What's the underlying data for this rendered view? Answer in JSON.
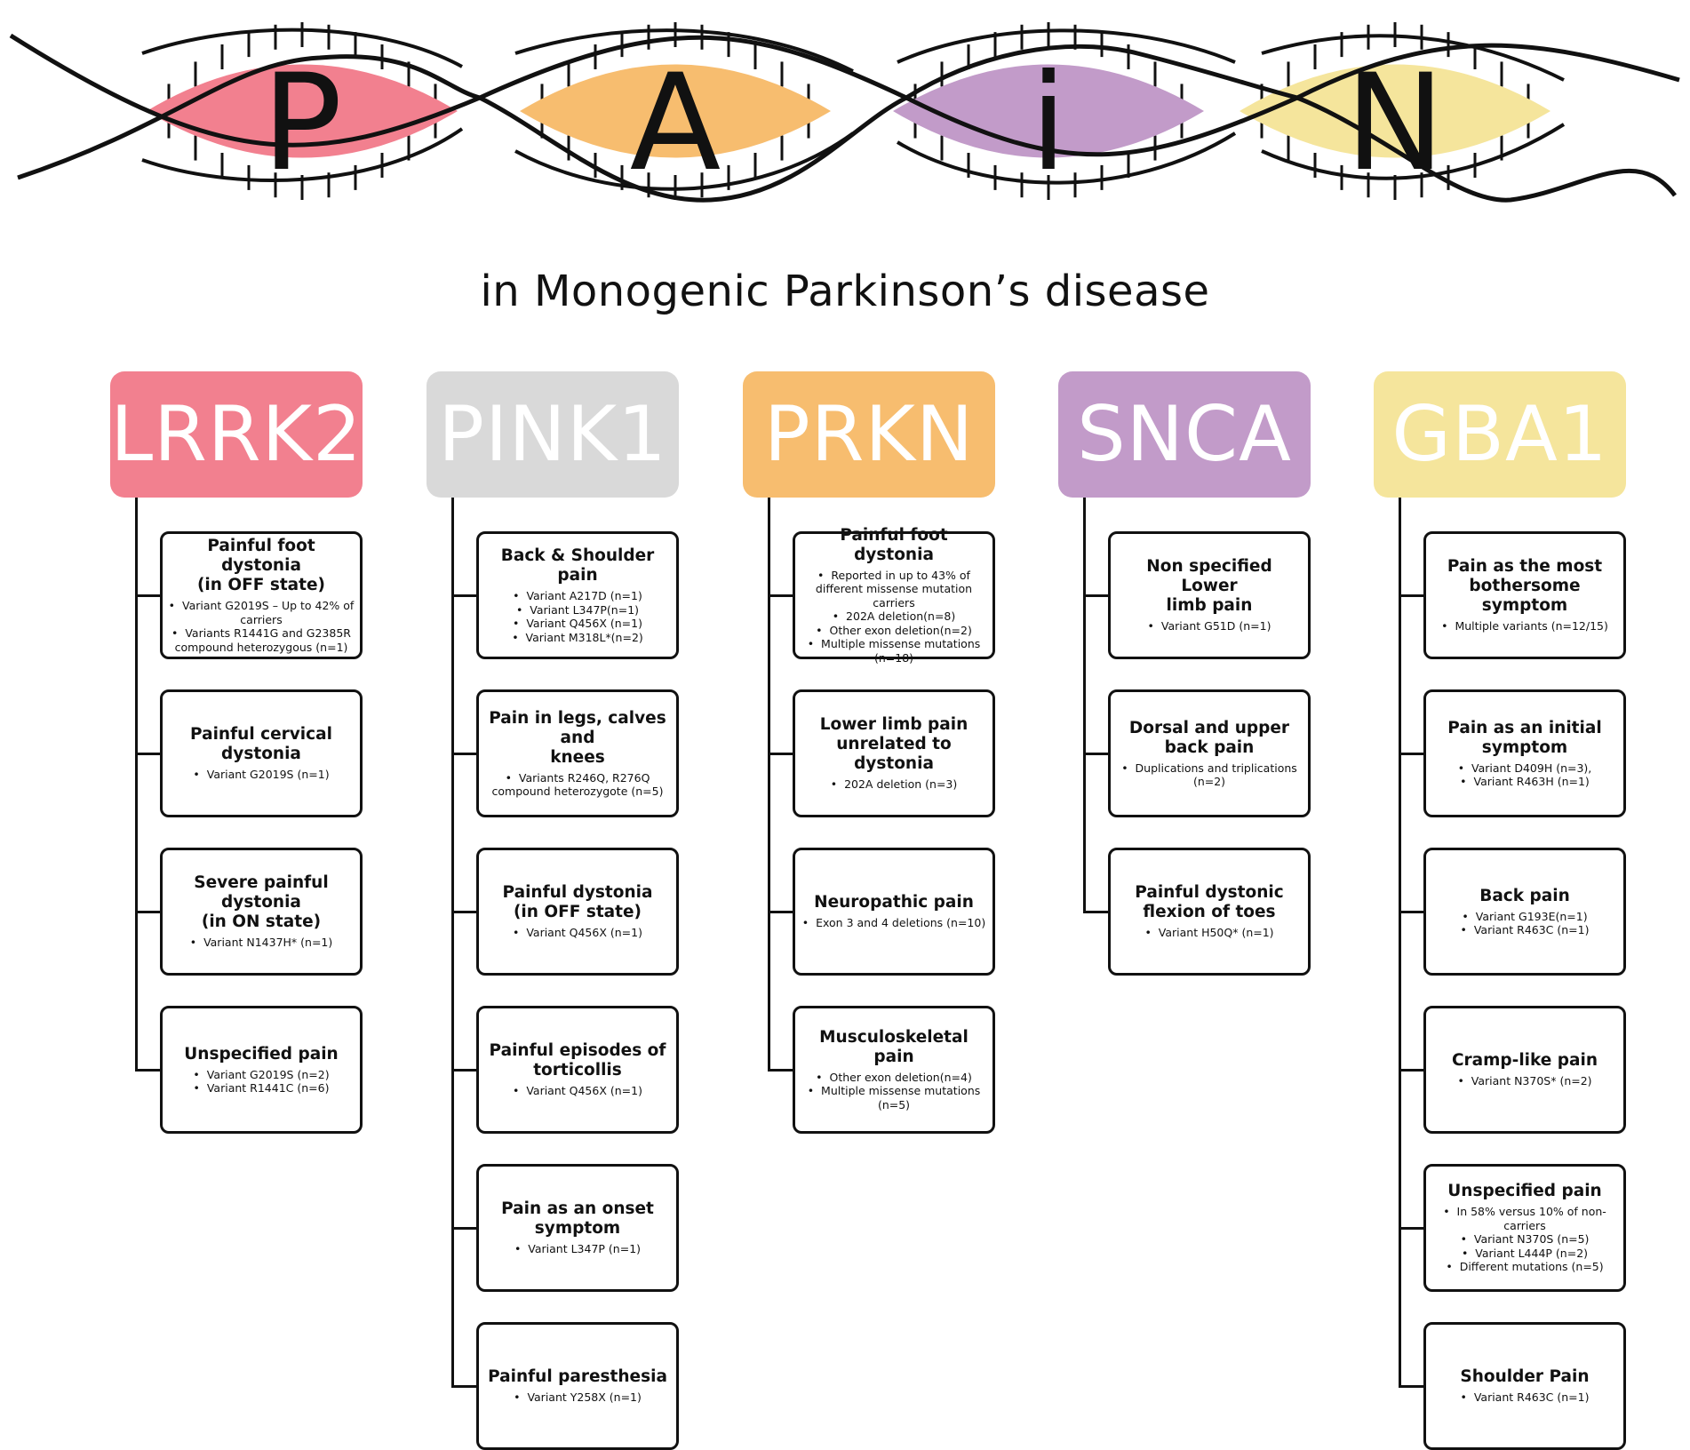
{
  "banner": {
    "letters": [
      "P",
      "A",
      "i",
      "N"
    ],
    "colors": [
      "#f2808f",
      "#f7bd6f",
      "#c29bc9",
      "#f5e59c"
    ]
  },
  "subtitle": "in Monogenic Parkinson’s disease",
  "columns": [
    {
      "gene": "LRRK2",
      "color": "#f2808f",
      "cards": [
        {
          "title": "Painful foot dystonia\n(in OFF state)",
          "items": [
            "Variant G2019S – Up to 42% of carriers",
            "Variants R1441G and G2385R compound heterozygous (n=1)"
          ]
        },
        {
          "title": "Painful cervical\ndystonia",
          "items": [
            "Variant G2019S (n=1)"
          ]
        },
        {
          "title": "Severe painful\ndystonia\n(in ON state)",
          "items": [
            "Variant N1437H* (n=1)"
          ]
        },
        {
          "title": "Unspecified pain",
          "items": [
            "Variant G2019S (n=2)",
            "Variant R1441C (n=6)"
          ]
        }
      ]
    },
    {
      "gene": "PINK1",
      "color": "#d9d9d9",
      "cards": [
        {
          "title": "Back & Shoulder pain",
          "items": [
            "Variant A217D (n=1)",
            "Variant L347P(n=1)",
            "Variant Q456X (n=1)",
            "Variant M318L*(n=2)"
          ]
        },
        {
          "title": "Pain in legs, calves and\nknees",
          "items": [
            "Variants R246Q, R276Q compound heterozygote (n=5)"
          ]
        },
        {
          "title": "Painful dystonia\n(in OFF state)",
          "items": [
            "Variant Q456X (n=1)"
          ]
        },
        {
          "title": "Painful episodes of\ntorticollis",
          "items": [
            "Variant Q456X (n=1)"
          ]
        },
        {
          "title": "Pain as an onset\nsymptom",
          "items": [
            "Variant L347P (n=1)"
          ]
        },
        {
          "title": "Painful paresthesia",
          "items": [
            "Variant Y258X (n=1)"
          ]
        }
      ]
    },
    {
      "gene": "PRKN",
      "color": "#f7bd6f",
      "cards": [
        {
          "title": "Painful foot dystonia",
          "items": [
            "Reported in up to 43% of different missense mutation carriers",
            "202A deletion(n=8)",
            "Other exon deletion(n=2)",
            "Multiple missense mutations (n=18)"
          ]
        },
        {
          "title": "Lower limb pain\nunrelated to dystonia",
          "items": [
            "202A deletion (n=3)"
          ]
        },
        {
          "title": "Neuropathic pain",
          "items": [
            "Exon 3 and 4 deletions (n=10)"
          ]
        },
        {
          "title": "Musculoskeletal pain",
          "items": [
            "Other exon deletion(n=4)",
            "Multiple missense mutations (n=5)"
          ]
        }
      ]
    },
    {
      "gene": "SNCA",
      "color": "#c29bc9",
      "cards": [
        {
          "title": "Non specified Lower\nlimb pain",
          "items": [
            "Variant G51D (n=1)"
          ]
        },
        {
          "title": "Dorsal and upper\nback pain",
          "items": [
            "Duplications and triplications (n=2)"
          ]
        },
        {
          "title": "Painful dystonic\nflexion of toes",
          "items": [
            "Variant H50Q* (n=1)"
          ]
        }
      ]
    },
    {
      "gene": "GBA1",
      "color": "#f5e59c",
      "cards": [
        {
          "title": "Pain as the most\nbothersome symptom",
          "items": [
            "Multiple variants (n=12/15)"
          ]
        },
        {
          "title": "Pain as an initial\nsymptom",
          "items": [
            "Variant D409H (n=3),",
            "Variant R463H (n=1)"
          ]
        },
        {
          "title": "Back pain",
          "items": [
            "Variant G193E(n=1)",
            "Variant R463C (n=1)"
          ]
        },
        {
          "title": "Cramp-like pain",
          "items": [
            "Variant N370S* (n=2)"
          ]
        },
        {
          "title": "Unspecified pain",
          "items": [
            "In 58% versus 10% of non-carriers",
            "Variant N370S (n=5)",
            "Variant L444P (n=2)",
            "Different mutations (n=5)"
          ]
        },
        {
          "title": "Shoulder Pain",
          "items": [
            "Variant R463C (n=1)"
          ]
        }
      ]
    }
  ]
}
